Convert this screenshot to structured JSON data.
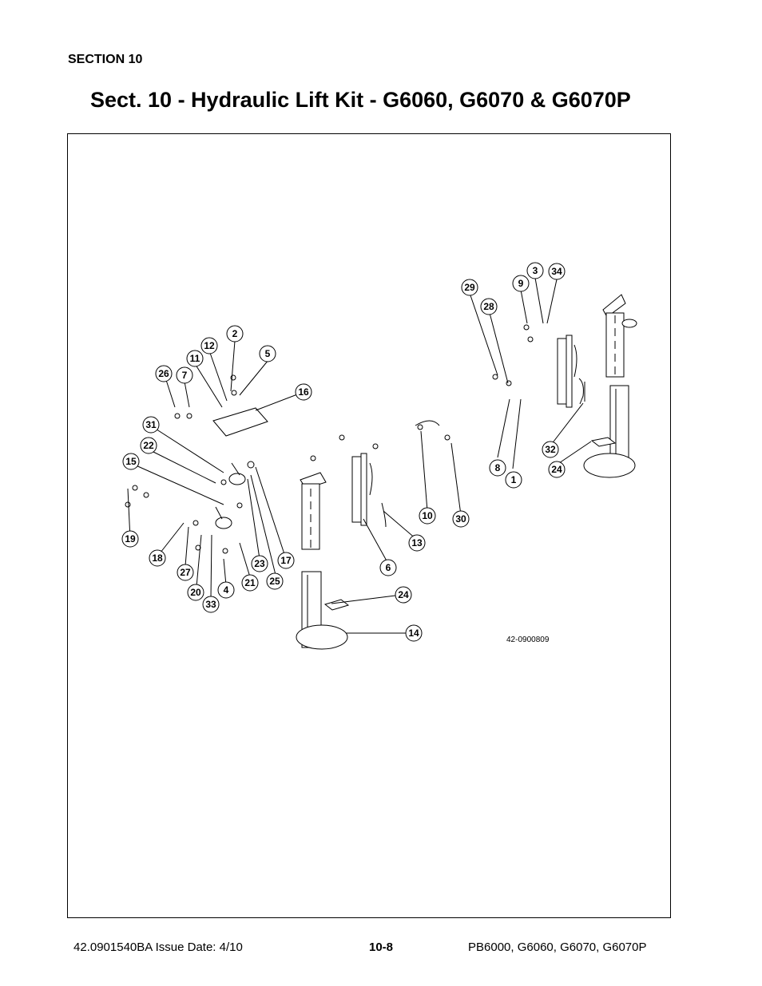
{
  "header": {
    "section": "SECTION 10",
    "title": "Sect. 10 - Hydraulic Lift Kit - G6060, G6070 & G6070P"
  },
  "diagram": {
    "drawing_number": "42-0900809",
    "callouts": [
      "1",
      "2",
      "3",
      "4",
      "5",
      "6",
      "7",
      "8",
      "9",
      "10",
      "11",
      "12",
      "13",
      "14",
      "15",
      "16",
      "17",
      "18",
      "19",
      "20",
      "21",
      "22",
      "23",
      "24",
      "24",
      "25",
      "26",
      "27",
      "28",
      "29",
      "30",
      "31",
      "32",
      "33",
      "34"
    ]
  },
  "footer": {
    "doc_number": "42.0901540BA  Issue Date: 4/10",
    "page": "10-8",
    "models": "PB6000, G6060, G6070, G6070P"
  }
}
